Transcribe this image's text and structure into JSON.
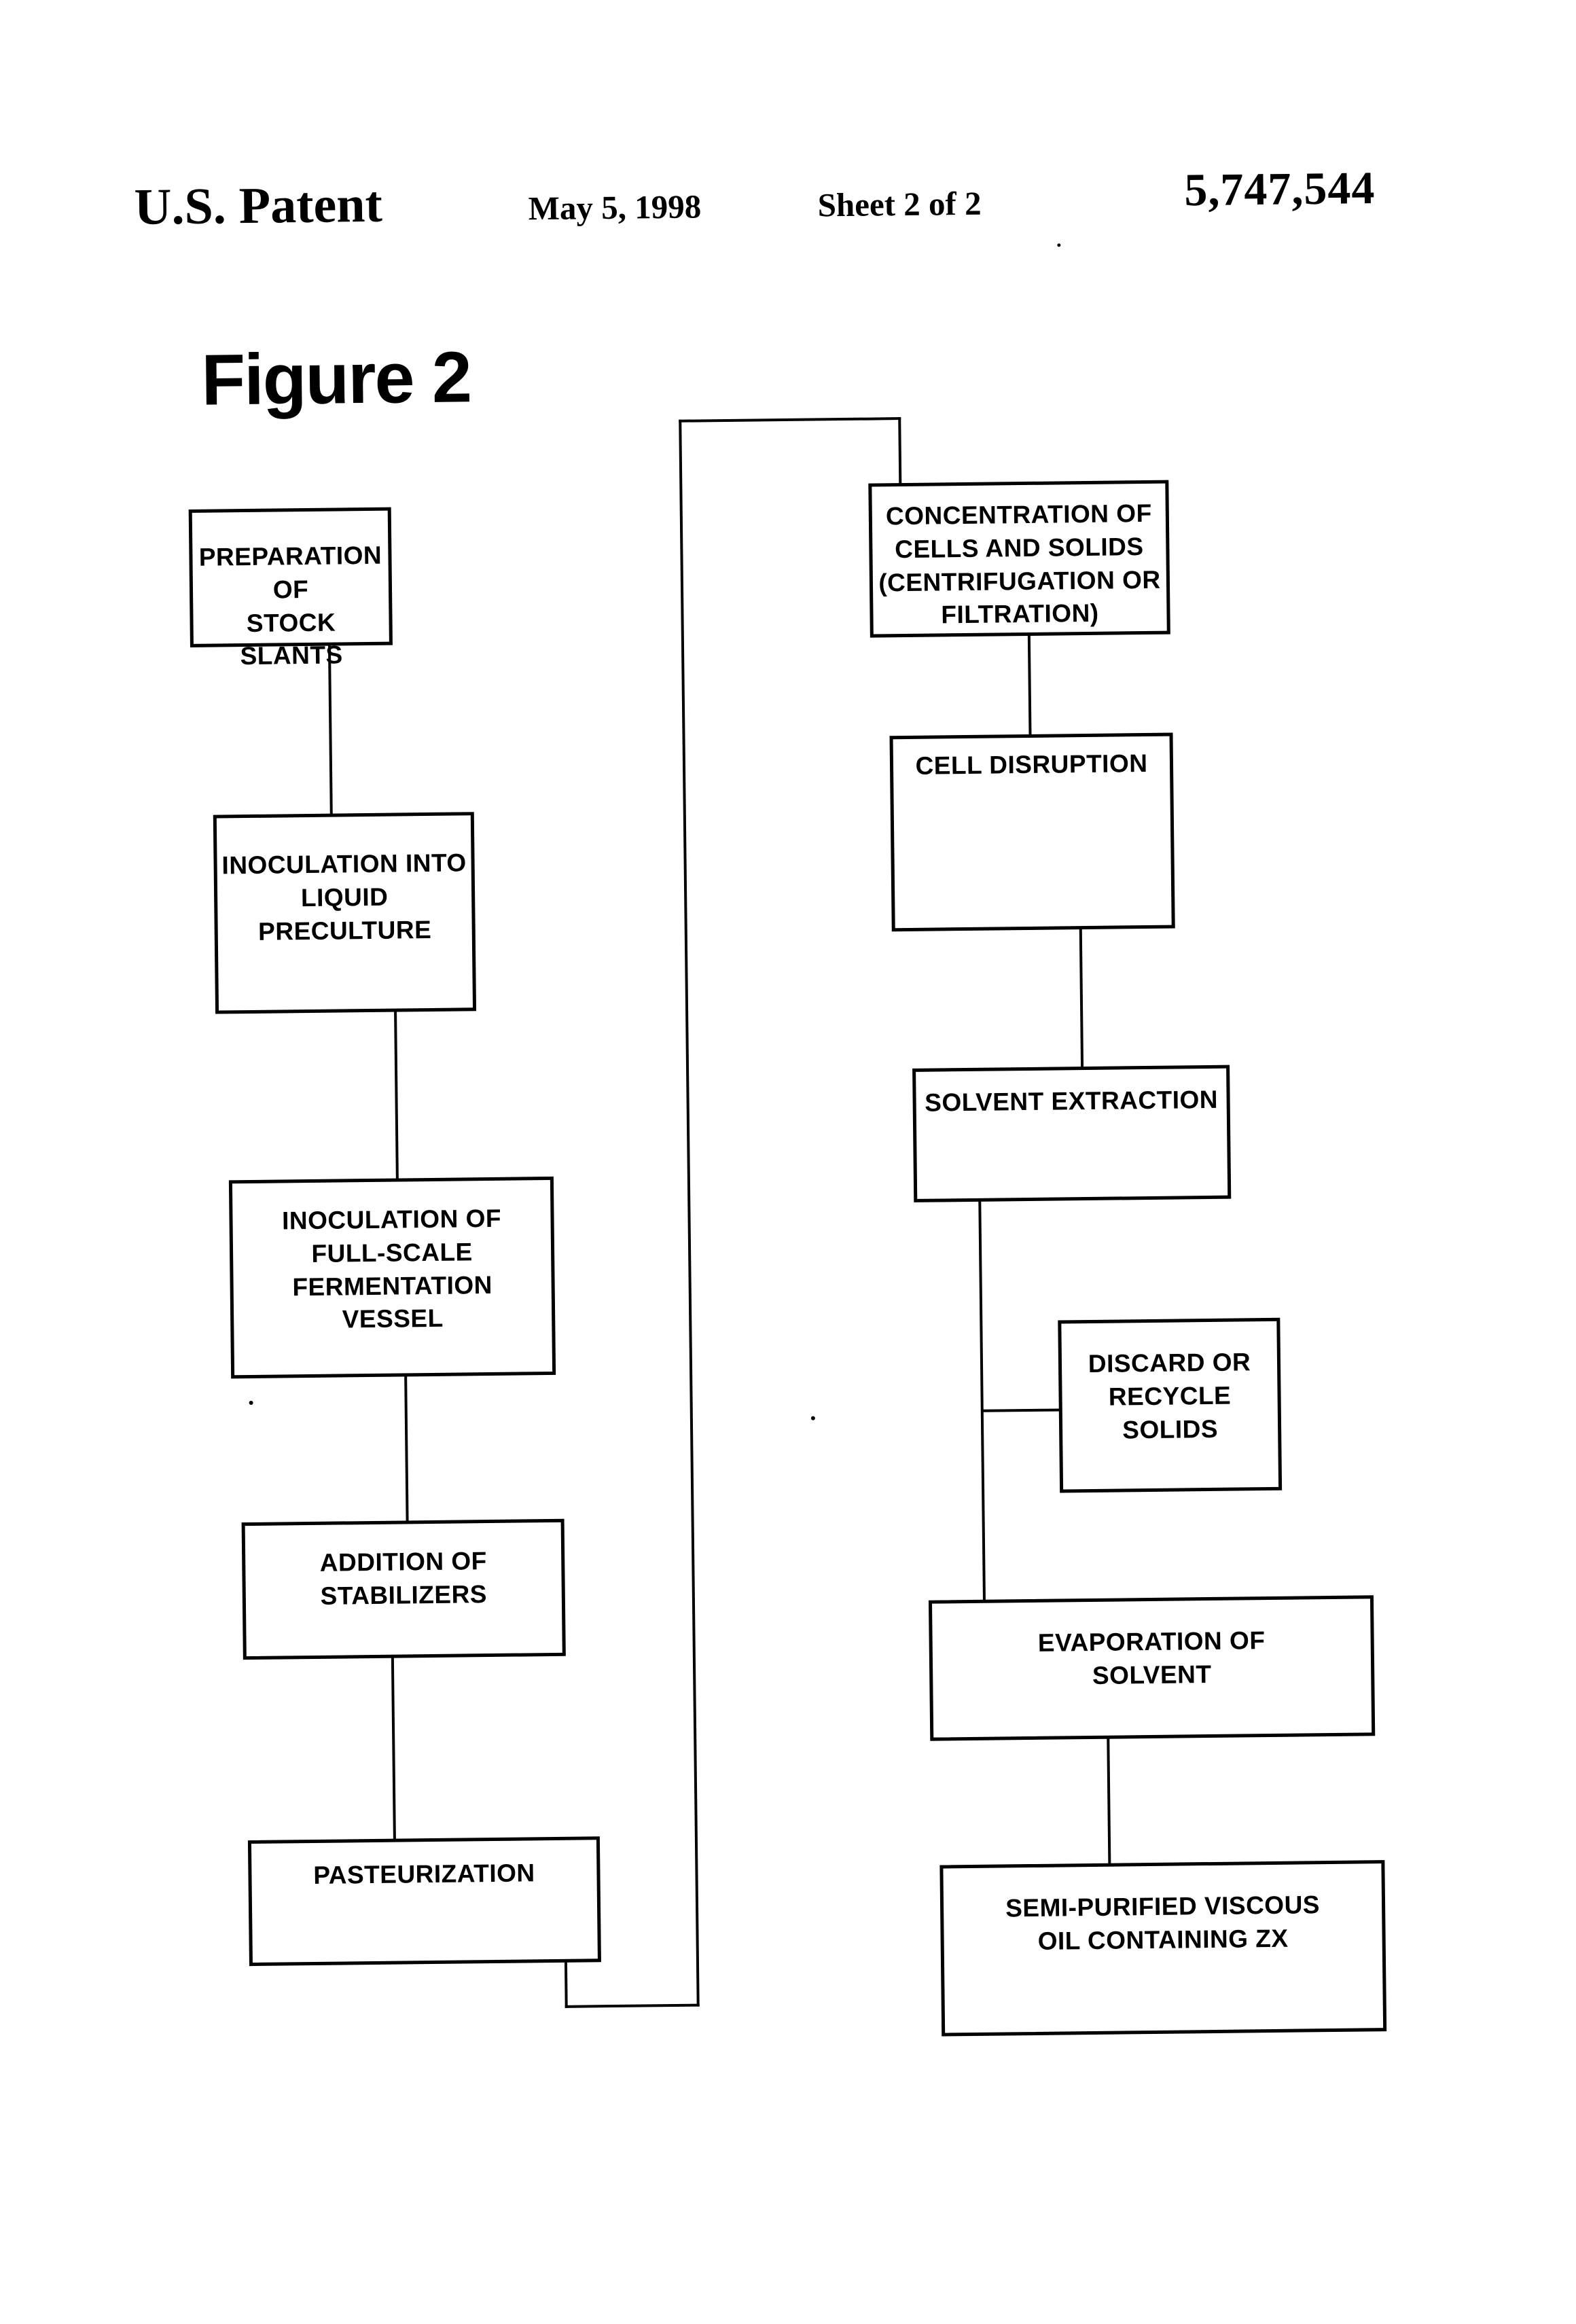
{
  "header": {
    "patent_label": "U.S. Patent",
    "date": "May 5, 1998",
    "sheet": "Sheet 2 of 2",
    "patent_number": "5,747,544"
  },
  "figure": {
    "title": "Figure 2"
  },
  "flowchart": {
    "left_column": [
      {
        "label": "PREPARATION OF\nSTOCK SLANTS"
      },
      {
        "label": "INOCULATION INTO\nLIQUID\nPRECULTURE"
      },
      {
        "label": "INOCULATION OF\nFULL-SCALE\nFERMENTATION\nVESSEL"
      },
      {
        "label": "ADDITION OF\nSTABILIZERS"
      },
      {
        "label": "PASTEURIZATION"
      }
    ],
    "right_column": [
      {
        "label": "CONCENTRATION OF\nCELLS AND SOLIDS\n(CENTRIFUGATION OR\nFILTRATION)"
      },
      {
        "label": "CELL DISRUPTION"
      },
      {
        "label": "SOLVENT EXTRACTION"
      },
      {
        "label": "DISCARD OR\nRECYCLE\nSOLIDS"
      },
      {
        "label": "EVAPORATION OF\nSOLVENT"
      },
      {
        "label": "SEMI-PURIFIED VISCOUS\nOIL CONTAINING ZX"
      }
    ]
  }
}
